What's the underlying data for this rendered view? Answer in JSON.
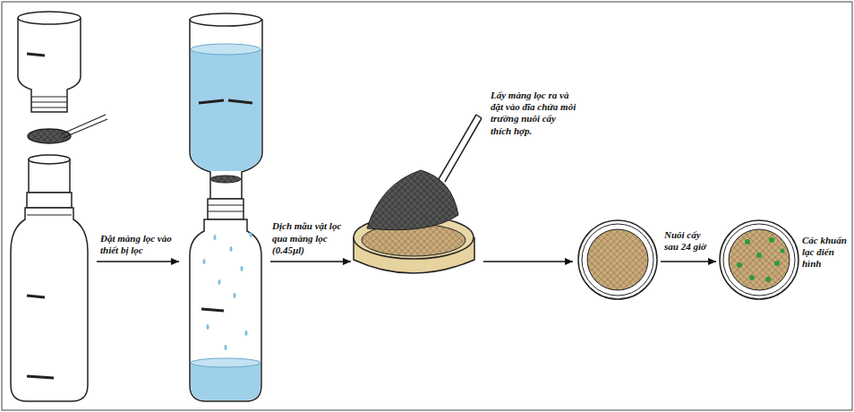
{
  "diagram": {
    "labels": [
      "Đặt màng lọc vào thiết bị lọc",
      "Dịch mẫu vật lọc qua màng lọc (0.45µl)",
      "Lấy màng lọc ra và đặt vào đĩa chứa môi trường nuôi cấy thích hợp.",
      "Nuôi cấy sau 24 giờ",
      "Các khuẩn lạc điển hình"
    ]
  }
}
